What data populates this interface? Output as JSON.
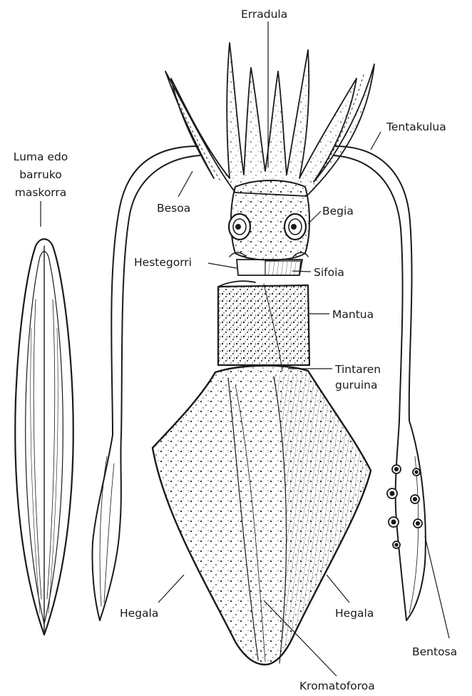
{
  "labels": {
    "erradula": "Erradula",
    "tentakulua": "Tentakulua",
    "luma_line1": "Luma edo",
    "luma_line2": "barruko",
    "luma_line3": "maskorra",
    "besoa": "Besoa",
    "begia": "Begia",
    "hestegorri": "Hestegorri",
    "sifoia": "Sifoia",
    "mantua": "Mantua",
    "tintaren_line1": "Tintaren",
    "tintaren_line2": "guruina",
    "hegala_left": "Hegala",
    "hegala_right": "Hegala",
    "bentosa": "Bentosa",
    "kromatoforoa": "Kromatoforoa"
  },
  "colors": {
    "ink": "#1b1b1b",
    "paper": "#ffffff",
    "body_fill": "#f4f1ea"
  }
}
